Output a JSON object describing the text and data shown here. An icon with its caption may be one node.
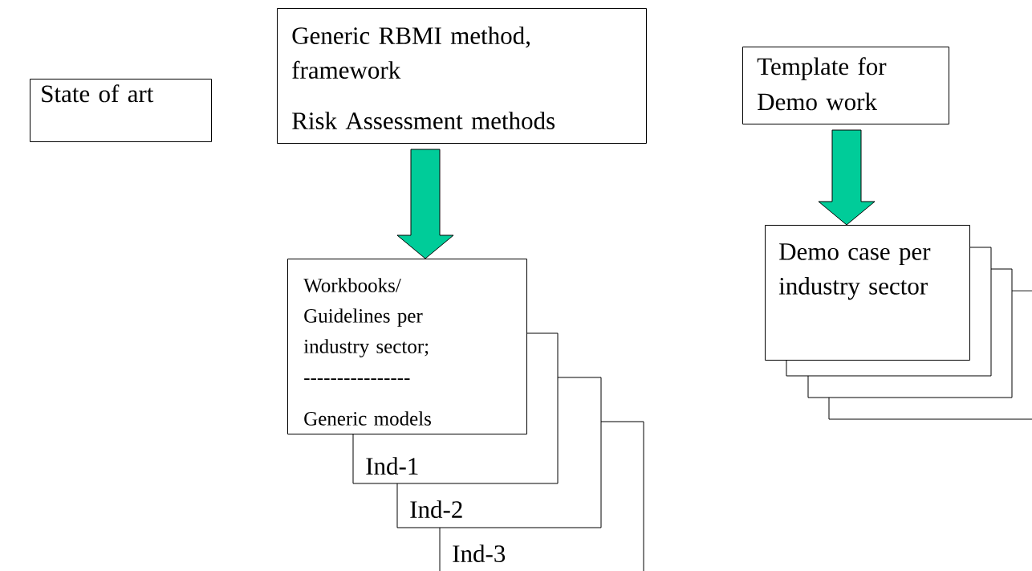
{
  "diagram": {
    "nodes": [
      {
        "text": [
          "State of art"
        ]
      },
      {
        "text": [
          "Generic RBMI method, framework",
          "Risk Assessment methods"
        ]
      },
      {
        "text": [
          "Workbooks/ Guidelines per industry sector;",
          "----------------",
          "Generic models"
        ]
      },
      {
        "text": [
          "Ind-1"
        ]
      },
      {
        "text": [
          "Ind-2"
        ]
      },
      {
        "text": [
          "Ind-3"
        ]
      },
      {
        "text": [
          "Template for Demo work"
        ]
      },
      {
        "text": [
          "Demo case per industry sector"
        ]
      },
      {
        "text": [],
        "shape": "box"
      },
      {
        "text": [],
        "shape": "box"
      },
      {
        "text": [],
        "shape": "box"
      }
    ],
    "edges": [
      {
        "from": 1,
        "to": 2,
        "arrow": "to",
        "color": "#00cc99"
      },
      {
        "from": 6,
        "to": 7,
        "arrow": "to",
        "color": "#00cc99"
      }
    ]
  }
}
